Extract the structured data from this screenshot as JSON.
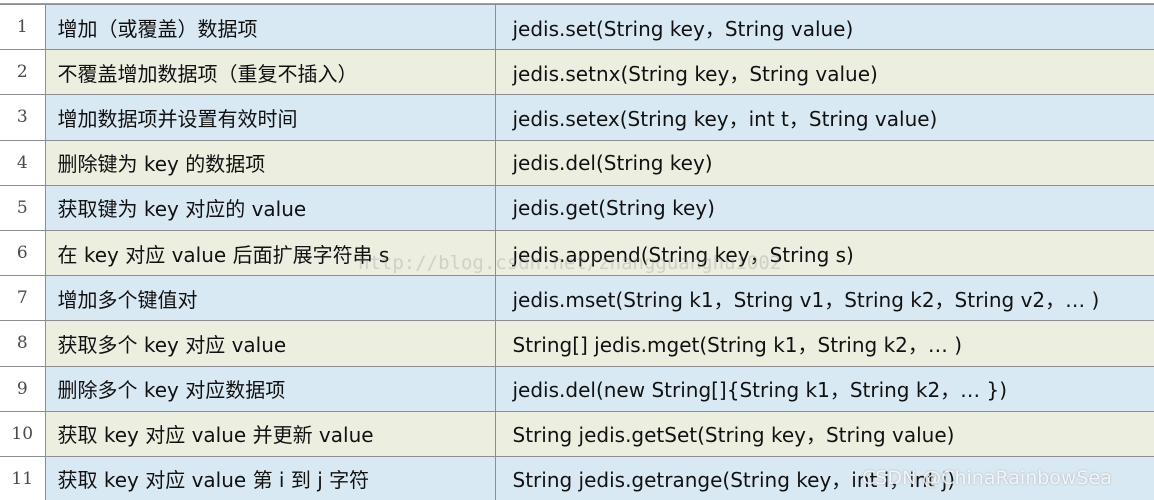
{
  "table": {
    "rows": [
      {
        "num": "1",
        "desc": "增加（或覆盖）数据项",
        "code": "jedis.set(String key，String value)",
        "tone": "blue"
      },
      {
        "num": "2",
        "desc": "不覆盖增加数据项（重复不插入）",
        "code": "jedis.setnx(String key，String value)",
        "tone": "beige"
      },
      {
        "num": "3",
        "desc": "增加数据项并设置有效时间",
        "code": "jedis.setex(String key，int t，String value)",
        "tone": "blue"
      },
      {
        "num": "4",
        "desc": "删除键为 key 的数据项",
        "code": "jedis.del(String key)",
        "tone": "beige"
      },
      {
        "num": "5",
        "desc": "获取键为 key 对应的 value",
        "code": "jedis.get(String key)",
        "tone": "blue"
      },
      {
        "num": "6",
        "desc": "在 key 对应 value 后面扩展字符串 s",
        "code": "jedis.append(String key，String s)",
        "tone": "beige"
      },
      {
        "num": "7",
        "desc": "增加多个键值对",
        "code": "jedis.mset(String k1，String v1，String k2，String v2，… )",
        "tone": "blue"
      },
      {
        "num": "8",
        "desc": "获取多个 key 对应 value",
        "code": "String[]  jedis.mget(String k1，String k2，… )",
        "tone": "beige"
      },
      {
        "num": "9",
        "desc": "删除多个 key 对应数据项",
        "code": "jedis.del(new String[]{String k1，String k2，… })",
        "tone": "blue"
      },
      {
        "num": "10",
        "desc": "获取 key 对应 value 并更新 value",
        "code": "String  jedis.getSet(String key，String value)",
        "tone": "beige"
      },
      {
        "num": "11",
        "desc": "获取 key 对应 value 第 i 到 j 字符",
        "code": "String  jedis.getrange(String key，int i，int j)",
        "tone": "blue"
      }
    ]
  },
  "watermark": "http://blog.csdn.net/zhangguanghui002",
  "credit": "CSDN @ChinaRainbowSea",
  "colors": {
    "row_blue": "#d9e9f3",
    "row_beige": "#eceee0",
    "grid_line": "#8a8f94",
    "text": "#111111"
  }
}
